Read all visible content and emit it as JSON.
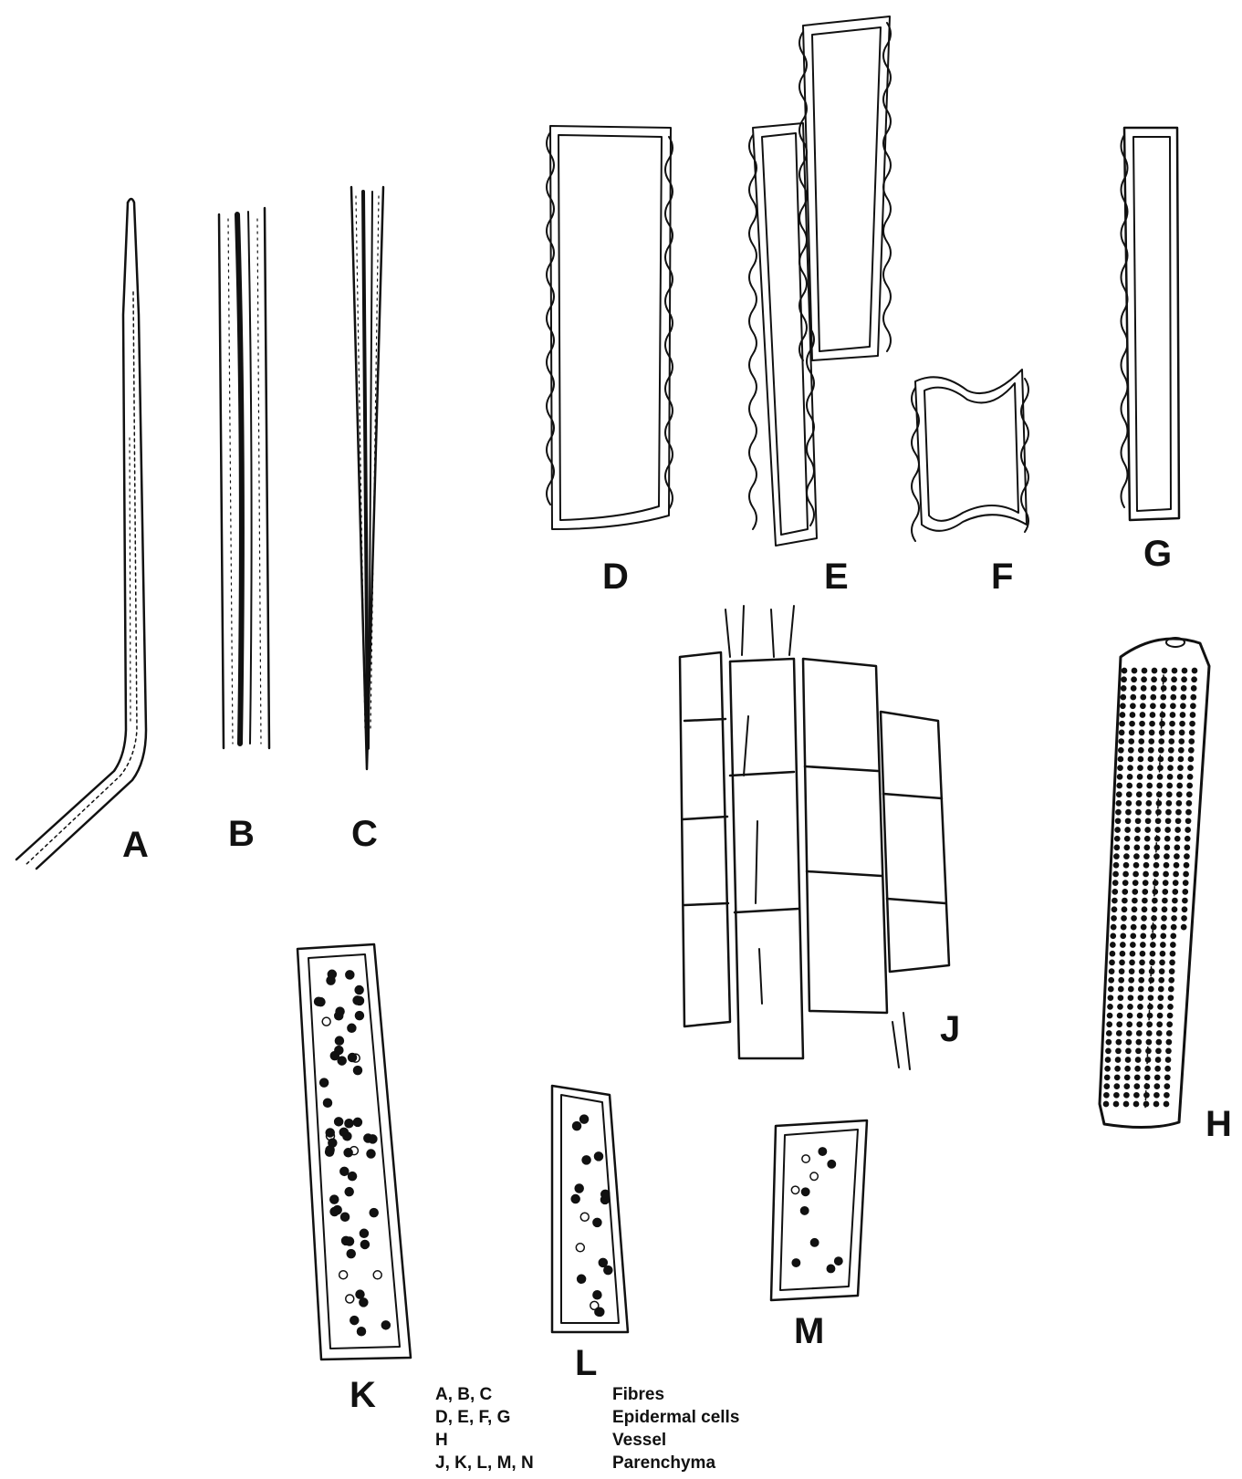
{
  "figure": {
    "labels": {
      "a": "A",
      "b": "B",
      "c": "C",
      "d": "D",
      "e": "E",
      "f": "F",
      "g": "G",
      "h": "H",
      "j": "J",
      "k": "K",
      "l": "L",
      "m": "M"
    },
    "legend": [
      {
        "letters": "A, B, C",
        "meaning": "Fibres"
      },
      {
        "letters": "D, E, F, G",
        "meaning": "Epidermal cells"
      },
      {
        "letters": "H",
        "meaning": "Vessel"
      },
      {
        "letters": "J, K, L, M, N",
        "meaning": "Parenchyma"
      }
    ]
  }
}
